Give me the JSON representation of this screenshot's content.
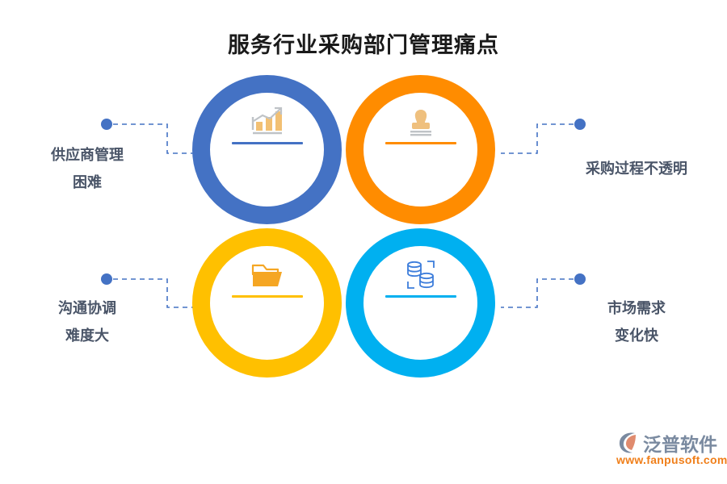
{
  "page": {
    "title": "服务行业采购部门管理痛点",
    "background": "#ffffff"
  },
  "colors": {
    "title_text": "#1a1a1a",
    "label_text": "#4a5568",
    "connector": "#4472c4",
    "brand_name": "#7a8aa0",
    "brand_url": "#f07f1a",
    "circle_1": "#4472c4",
    "circle_2": "#ff8c00",
    "circle_3": "#ffc000",
    "circle_4": "#00b0f0"
  },
  "items": [
    {
      "id": "supplier-management",
      "ring_color": "#4472c4",
      "rule_color": "#4472c4",
      "icon": "bar-chart-growth-icon",
      "label_line1": "供应商管理",
      "label_line2": "困难",
      "label_side": "left"
    },
    {
      "id": "procurement-transparency",
      "ring_color": "#ff8c00",
      "rule_color": "#ff8c00",
      "icon": "rubber-stamp-icon",
      "label_line1": "采购过程不透明",
      "label_line2": "",
      "label_side": "right"
    },
    {
      "id": "communication-coordination",
      "ring_color": "#ffc000",
      "rule_color": "#ffc000",
      "icon": "open-folder-icon",
      "label_line1": "沟通协调",
      "label_line2": "难度大",
      "label_side": "left"
    },
    {
      "id": "market-demand-change",
      "ring_color": "#00b0f0",
      "rule_color": "#00b0f0",
      "icon": "database-stack-icon",
      "label_line1": "市场需求",
      "label_line2": "变化快",
      "label_side": "right"
    }
  ],
  "brand": {
    "name": "泛普软件",
    "url": "www.fanpusoft.com",
    "mark": "fanpu-swoosh-logo-icon"
  }
}
